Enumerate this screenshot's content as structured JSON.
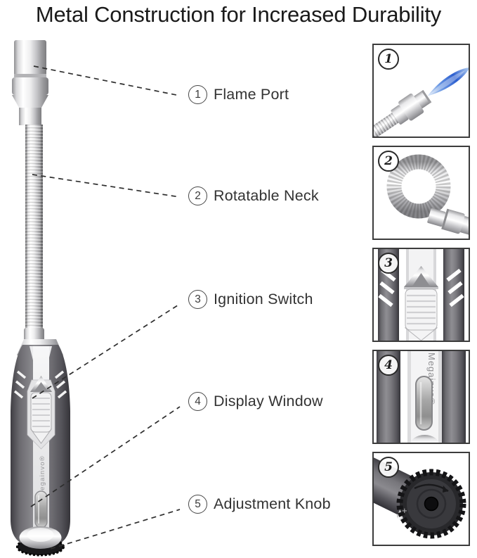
{
  "title": "Metal Construction for Increased Durability",
  "product": {
    "brand": "Megainvo®",
    "plus_mark": "+"
  },
  "labels": [
    {
      "num": "1",
      "text": "Flame Port"
    },
    {
      "num": "2",
      "text": "Rotatable Neck"
    },
    {
      "num": "3",
      "text": "Ignition Switch"
    },
    {
      "num": "4",
      "text": "Display Window"
    },
    {
      "num": "5",
      "text": "Adjustment Knob"
    }
  ],
  "thumbnails": [
    {
      "num": "1",
      "icon": "flame-port-closeup"
    },
    {
      "num": "2",
      "icon": "rotatable-neck-closeup"
    },
    {
      "num": "3",
      "icon": "ignition-switch-closeup"
    },
    {
      "num": "4",
      "icon": "display-window-closeup"
    },
    {
      "num": "5",
      "icon": "adjustment-knob-closeup"
    }
  ],
  "colors": {
    "title": "#1a1a1a",
    "label_text": "#333333",
    "callout_line": "#2e2e2e",
    "thumbnail_border": "#3c3c3c",
    "handle_gray": "#6b6a6f",
    "flame_blue": "#2f63d4",
    "chrome_highlight": "#f5f5f5",
    "knob_black": "#19191b",
    "background": "#ffffff"
  }
}
